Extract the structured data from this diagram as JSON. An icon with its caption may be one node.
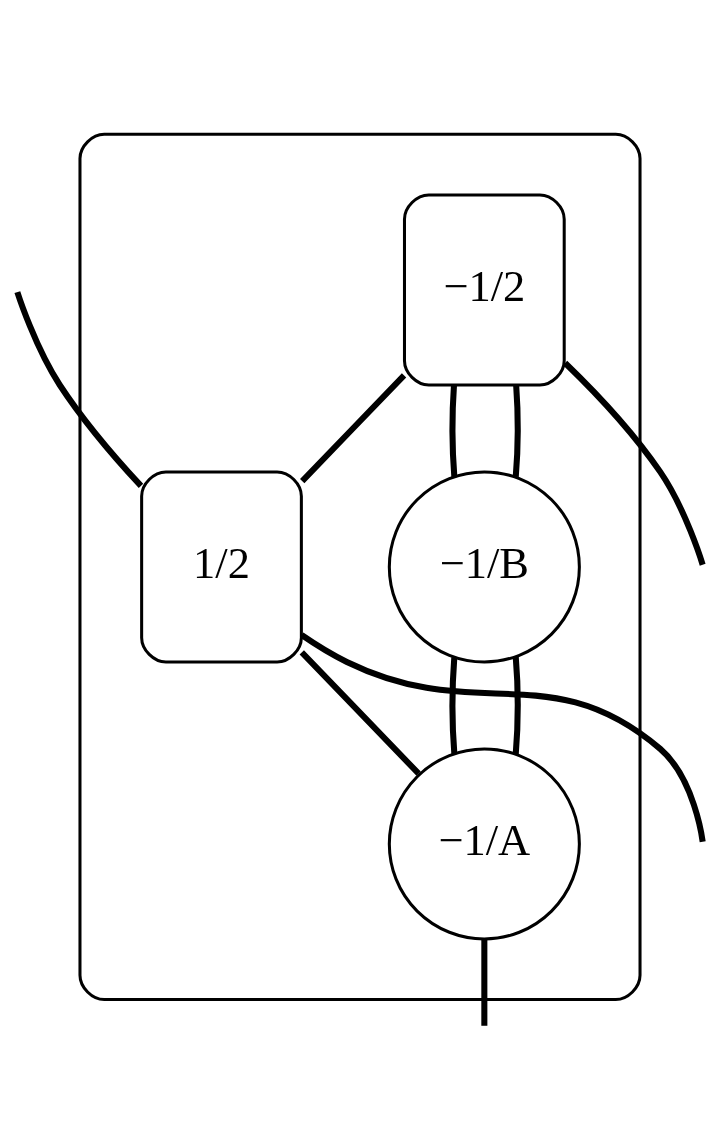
{
  "diagram": {
    "nodes": [
      {
        "text": [],
        "shape": "box"
      },
      {
        "text": [
          "−1/2"
        ],
        "in": 0
      },
      {
        "text": [
          "−1/B"
        ],
        "in": 0
      },
      {
        "text": [
          "1/2"
        ],
        "in": 0
      },
      {
        "text": [
          "−1/A"
        ],
        "in": 0
      }
    ],
    "edges": [
      {
        "from": null,
        "to": 3,
        "arrow": "none"
      },
      {
        "from": 3,
        "to": null,
        "arrow": "none"
      },
      {
        "from": 3,
        "to": 1,
        "arrow": "none"
      },
      {
        "from": 1,
        "to": null,
        "arrow": "none"
      },
      {
        "from": 1,
        "to": 2,
        "arrow": "none"
      },
      {
        "from": 1,
        "to": 2,
        "arrow": "none"
      },
      {
        "from": 2,
        "to": 4,
        "arrow": "none"
      },
      {
        "from": 2,
        "to": 4,
        "arrow": "none"
      },
      {
        "from": 3,
        "to": 4,
        "arrow": "none"
      },
      {
        "from": 4,
        "to": null,
        "arrow": "none"
      }
    ]
  }
}
